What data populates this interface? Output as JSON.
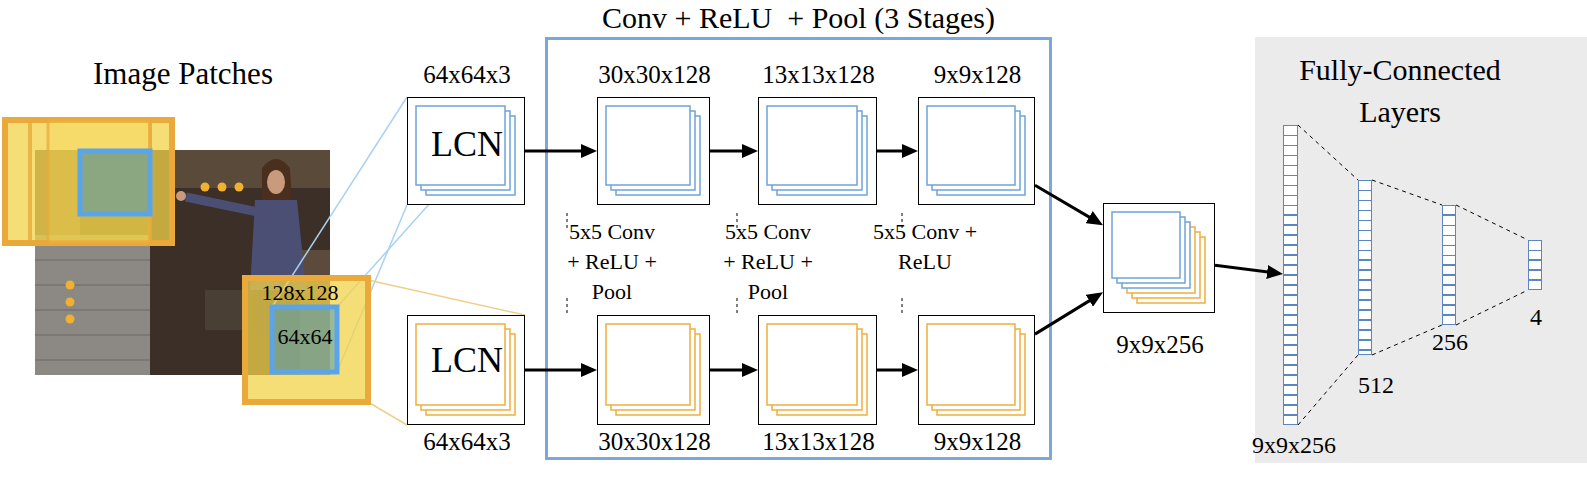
{
  "diagram": {
    "nodes": [
      {
        "text": [
          "64x64x3",
          "LCN"
        ]
      },
      {
        "text": [
          "Conv + ReLU  + Pool (3 Stages)"
        ]
      },
      {
        "text": [
          "30x30x128"
        ],
        "in": 1
      },
      {
        "text": [
          "13x13x128"
        ],
        "in": 1
      },
      {
        "text": [
          "9x9x128"
        ],
        "in": 1
      },
      {
        "text": [
          "LCN",
          "64x64x3"
        ]
      },
      {
        "text": [
          "30x30x128"
        ],
        "in": 1
      },
      {
        "text": [
          "13x13x128"
        ],
        "in": 1
      },
      {
        "text": [
          "9x9x128"
        ],
        "in": 1
      },
      {
        "text": [
          "9x9x256"
        ]
      },
      {
        "text": [
          "Fully-Connected Layers"
        ]
      },
      {
        "text": [
          "9x9x256"
        ],
        "in": 10
      },
      {
        "text": [
          "512"
        ],
        "in": 10
      },
      {
        "text": [
          "256"
        ],
        "in": 10
      },
      {
        "text": [
          "4"
        ],
        "in": 10
      }
    ],
    "edges": [
      {
        "from": 0,
        "to": 2,
        "arrow": "to"
      },
      {
        "from": 2,
        "to": 3,
        "arrow": "to"
      },
      {
        "from": 3,
        "to": 4,
        "arrow": "to"
      },
      {
        "from": 5,
        "to": 6,
        "arrow": "to"
      },
      {
        "from": 6,
        "to": 7,
        "arrow": "to"
      },
      {
        "from": 7,
        "to": 8,
        "arrow": "to"
      },
      {
        "from": 4,
        "to": 9,
        "arrow": "to"
      },
      {
        "from": 8,
        "to": 9,
        "arrow": "to"
      },
      {
        "from": 9,
        "to": 11,
        "arrow": "to"
      },
      {
        "from": 11,
        "to": 12,
        "arrow": "none"
      },
      {
        "from": 12,
        "to": 13,
        "arrow": "none"
      },
      {
        "from": 13,
        "to": 14,
        "arrow": "none"
      }
    ],
    "labels": [
      "Image Patches",
      "128x128",
      "64x64",
      "5x5 Conv + ReLU + Pool",
      "5x5 Conv + ReLU + Pool",
      "5x5 Conv + ReLU"
    ]
  }
}
